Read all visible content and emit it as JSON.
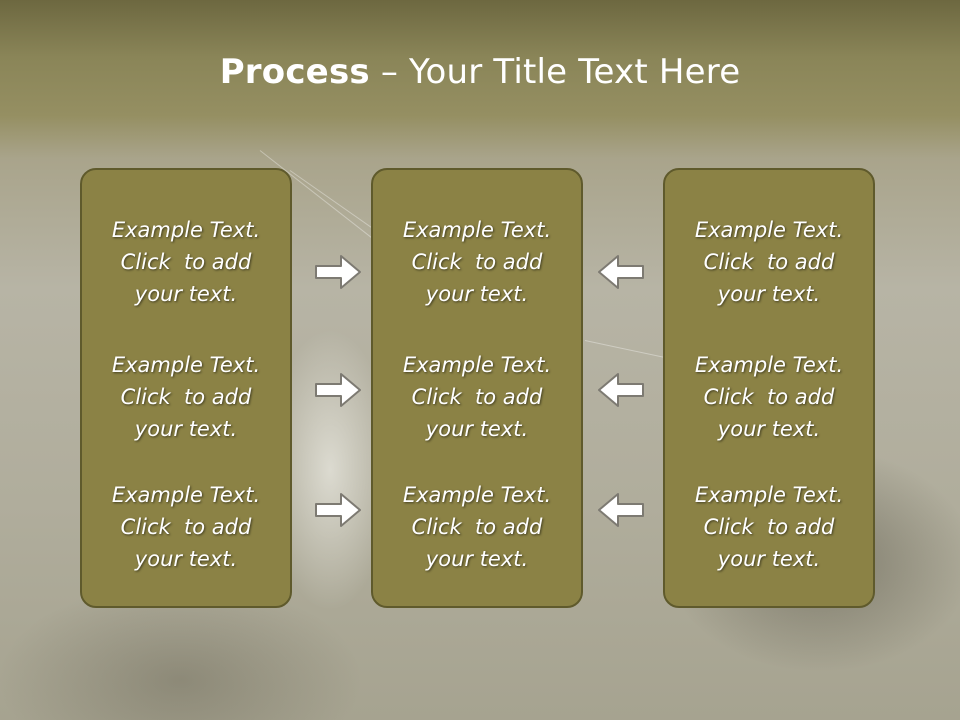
{
  "title": {
    "bold": "Process",
    "rest": " – Your Title Text Here"
  },
  "columns": [
    {
      "items": [
        "Example Text.\nClick  to add\nyour text.",
        "Example Text.\nClick  to add\nyour text.",
        "Example Text.\nClick  to add\nyour text."
      ]
    },
    {
      "items": [
        "Example Text.\nClick  to add\nyour text.",
        "Example Text.\nClick  to add\nyour text.",
        "Example Text.\nClick  to add\nyour text."
      ]
    },
    {
      "items": [
        "Example Text.\nClick  to add\nyour text.",
        "Example Text.\nClick  to add\nyour text.",
        "Example Text.\nClick  to add\nyour text."
      ]
    }
  ],
  "arrows": {
    "left_group": "right-arrow-icon",
    "right_group": "left-arrow-icon"
  },
  "colors": {
    "box_fill": "#8b8245",
    "box_border": "#5f5a2c",
    "title_band": "#6d6840",
    "text": "#ffffff"
  }
}
